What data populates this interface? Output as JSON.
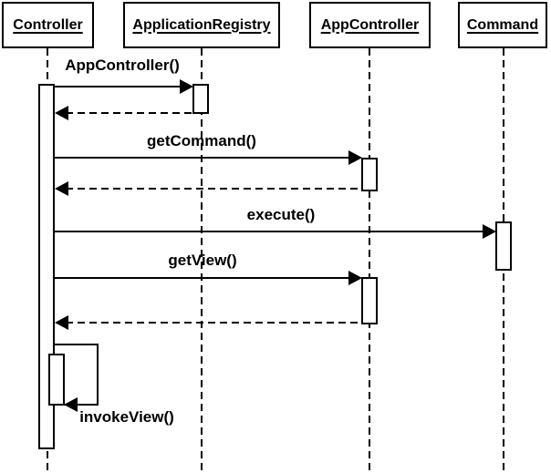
{
  "diagram": {
    "type": "uml-sequence-diagram",
    "colors": {
      "line": "#000000",
      "background": "#ffffff",
      "activation_fill": "#ffffff"
    },
    "participants": [
      {
        "label": "Controller"
      },
      {
        "label": "ApplicationRegistry"
      },
      {
        "label": "AppController"
      },
      {
        "label": "Command"
      }
    ],
    "messages": [
      {
        "label": "AppController()",
        "type": "call",
        "from": "Controller",
        "to": "ApplicationRegistry"
      },
      {
        "label": "",
        "type": "return",
        "from": "ApplicationRegistry",
        "to": "Controller"
      },
      {
        "label": "getCommand()",
        "type": "call",
        "from": "Controller",
        "to": "AppController"
      },
      {
        "label": "",
        "type": "return",
        "from": "AppController",
        "to": "Controller"
      },
      {
        "label": "execute()",
        "type": "call",
        "from": "Controller",
        "to": "Command"
      },
      {
        "label": "getView()",
        "type": "call",
        "from": "Controller",
        "to": "AppController"
      },
      {
        "label": "",
        "type": "return",
        "from": "AppController",
        "to": "Controller"
      },
      {
        "label": "invokeView()",
        "type": "self-call",
        "from": "Controller",
        "to": "Controller"
      }
    ]
  }
}
